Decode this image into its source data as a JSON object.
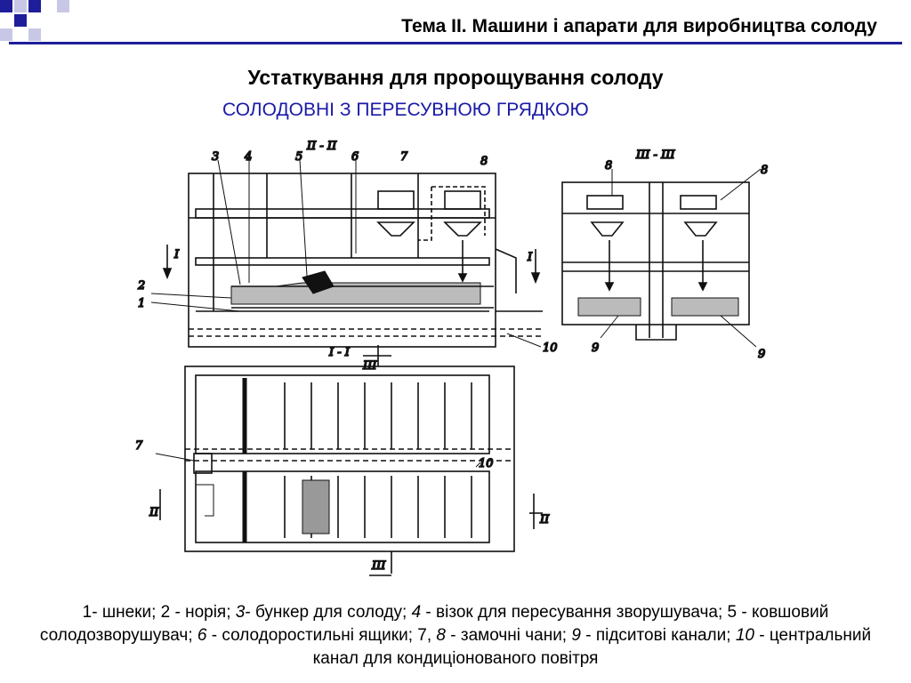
{
  "header": {
    "title": "Тема ІІ. Машини і апарати для виробництва солоду"
  },
  "slide": {
    "title": "Устаткування для пророщування солоду",
    "subtitle": "СОЛОДОВНІ З ПЕРЕСУВНОЮ ГРЯДКОЮ"
  },
  "drawing": {
    "section_labels": [
      "ІІ - ІІ",
      "ІІІ - ІІІ",
      "І - І"
    ],
    "cut_labels": [
      "І",
      "І",
      "ІІІ",
      "ІІ",
      "ІІ",
      "ІІІ"
    ],
    "callouts_main": [
      "3",
      "4",
      "5",
      "6",
      "7",
      "8",
      "2",
      "1",
      "10"
    ],
    "callouts_right": [
      "8",
      "8",
      "9",
      "9"
    ],
    "callouts_plan": [
      "7",
      "10"
    ]
  },
  "caption": {
    "parts": [
      "1- шнеки; 2 - норія; ",
      "3",
      "- бункер для солоду; ",
      "4",
      " - візок для пересування зворушувача; 5 - ковшовий солодозворушувач; ",
      "6",
      " - солодоростильні ящики; 7, ",
      "8",
      " - замочні чани; ",
      "9",
      " - підситові канали; ",
      "10",
      " - центральний канал для кондиціонованого повітря"
    ]
  },
  "colors": {
    "accent": "#1e1e9a",
    "subtitle": "#1a1aa8",
    "drawing_ink": "#111111"
  }
}
